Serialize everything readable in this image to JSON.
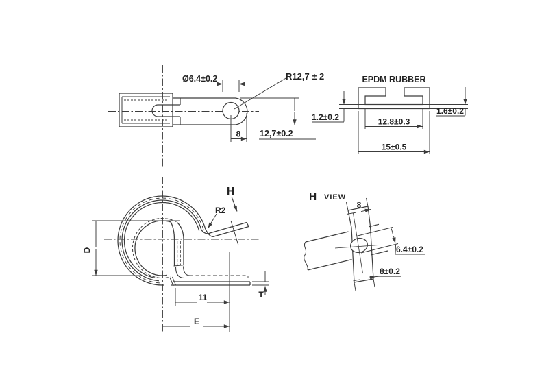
{
  "drawing": {
    "colors": {
      "background": "#ffffff",
      "line": "#3c3c3c",
      "text": "#222222"
    },
    "top_view": {
      "hole_diameter": "Ø6.4±0.2",
      "end_radius": "R12,7 ± 2",
      "hole_to_end": "8",
      "strap_width": "12,7±0.2"
    },
    "rubber_section": {
      "title": "EPDM RUBBER",
      "wall_left": "1.2±0.2",
      "wall_right": "1.6±0.2",
      "inner_width": "12.8±0.3",
      "outer_width": "15±0.5"
    },
    "side_view": {
      "view_label": "H",
      "bend_radius": "R2",
      "diameter_label": "D",
      "hole_offset": "11",
      "foot_length": "E",
      "thickness": "T"
    },
    "h_view": {
      "view_label": "H",
      "view_word": "VIEW",
      "flap_width": "8",
      "hole_diameter": "6.4±0.2",
      "strap_width": "8±0.2"
    }
  }
}
